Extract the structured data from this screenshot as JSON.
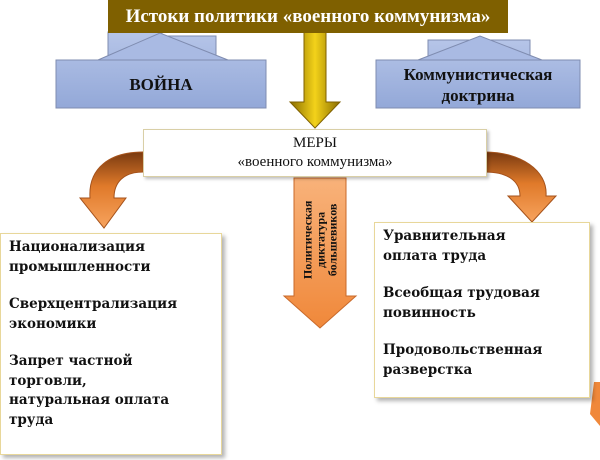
{
  "title": "Истоки политики «военного коммунизма»",
  "sources": {
    "left": "ВОЙНА",
    "right": "Коммунистическая доктрина"
  },
  "measures": {
    "line1": "МЕРЫ",
    "line2": "«военного коммунизма»"
  },
  "center_label": "Политическая\nдиктатура\nбольшевиков",
  "left_items": [
    "Национализация\nпромышленности",
    "Сверхцентрализация\nэкономики",
    "Запрет частной\nторговли,\nнатуральная оплата\nтруда"
  ],
  "right_items": [
    "Уравнительная\nоплата труда",
    "Всеобщая трудовая\nповинность",
    "Продовольственная\nразверстка"
  ],
  "colors": {
    "title_bg": "#7f6000",
    "blue_arrow": "#9fb3df",
    "gold_arrow": "#e5c400",
    "orange_arrow": "#f0883a"
  }
}
